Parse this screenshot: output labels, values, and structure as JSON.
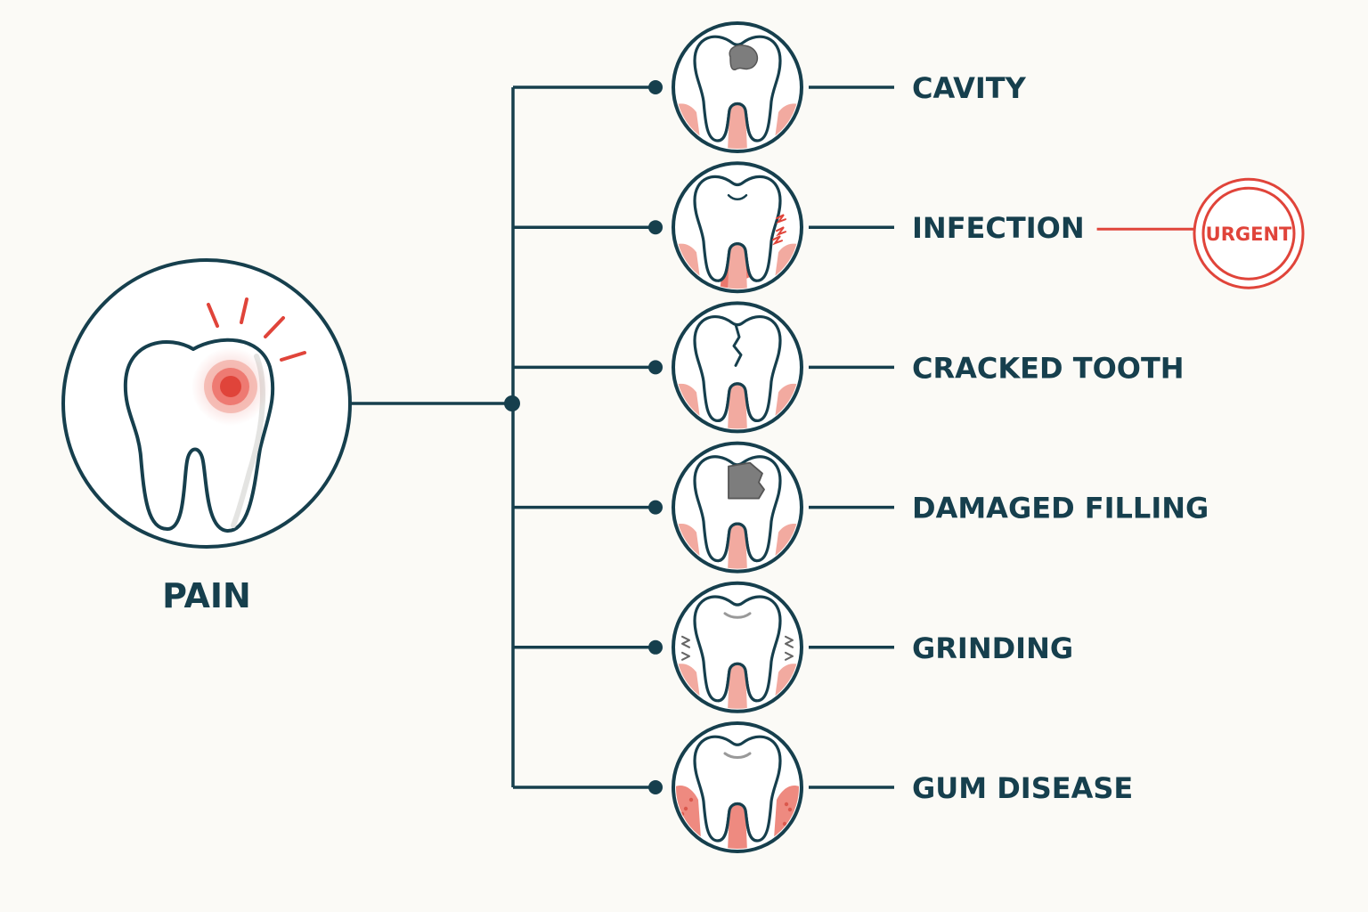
{
  "root": {
    "label": "PAIN"
  },
  "causes": [
    {
      "label": "CAVITY",
      "icon": "cavity-tooth-icon"
    },
    {
      "label": "INFECTION",
      "icon": "infection-tooth-icon",
      "badge": "URGENT"
    },
    {
      "label": "CRACKED TOOTH",
      "icon": "cracked-tooth-icon"
    },
    {
      "label": "DAMAGED FILLING",
      "icon": "damaged-filling-tooth-icon"
    },
    {
      "label": "GRINDING",
      "icon": "grinding-tooth-icon"
    },
    {
      "label": "GUM DISEASE",
      "icon": "gum-disease-tooth-icon"
    }
  ],
  "colors": {
    "ink": "#163f4d",
    "accent_red": "#e0443a",
    "gum_pink": "#f2aaa0",
    "decay_gray": "#7d7d7d",
    "background": "#fbfaf6"
  }
}
